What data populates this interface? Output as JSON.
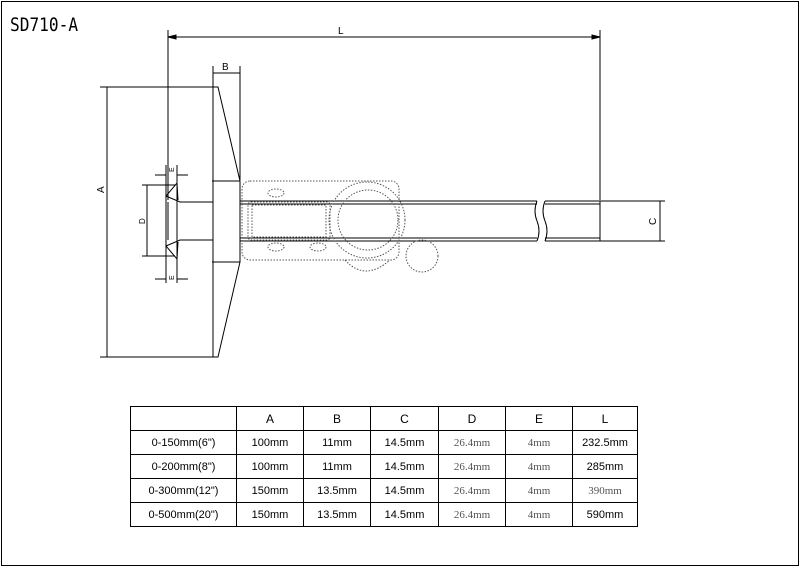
{
  "title": "SD710-A",
  "dimension_labels": {
    "L": "L",
    "B": "B",
    "A": "A",
    "C": "C",
    "D": "D",
    "E_top": "E",
    "E_bottom": "E"
  },
  "table": {
    "headers": [
      "",
      "A",
      "B",
      "C",
      "D",
      "E",
      "L"
    ],
    "rows": [
      [
        "0-150mm(6\")",
        "100mm",
        "11mm",
        "14.5mm",
        "26.4mm",
        "4mm",
        "232.5mm"
      ],
      [
        "0-200mm(8\")",
        "100mm",
        "11mm",
        "14.5mm",
        "26.4mm",
        "4mm",
        "285mm"
      ],
      [
        "0-300mm(12\")",
        "150mm",
        "13.5mm",
        "14.5mm",
        "26.4mm",
        "4mm",
        "390mm"
      ],
      [
        "0-500mm(20\")",
        "150mm",
        "13.5mm",
        "14.5mm",
        "26.4mm",
        "4mm",
        "590mm"
      ]
    ]
  }
}
